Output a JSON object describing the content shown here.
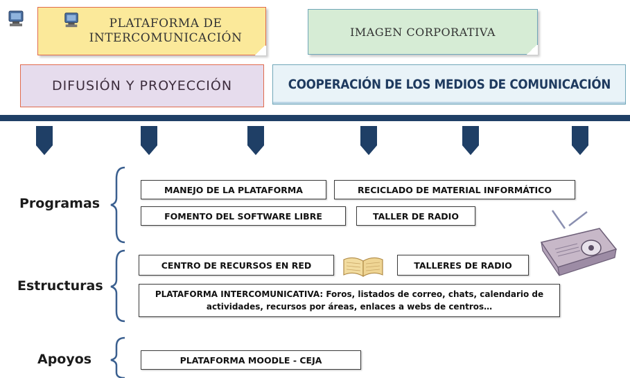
{
  "header": {
    "plataforma": "PLATAFORMA DE INTERCOMUNICACIÓN",
    "imagen": "IMAGEN CORPORATIVA",
    "difusion": "DIFUSIÓN Y PROYECCIÓN",
    "cooperacion": "COOPERACIÓN DE LOS MEDIOS DE COMUNICACIÓN"
  },
  "colors": {
    "plataforma_bg": "#fbe99a",
    "imagen_bg": "#d6ecd5",
    "difusion_bg": "#e6dced",
    "cooperacion_bg": "#e9f3f8",
    "rule": "#1f3f66",
    "chevron": "#1f3f66"
  },
  "sections": {
    "programas": {
      "label": "Programas",
      "items": [
        "MANEJO DE LA PLATAFORMA",
        "RECICLADO DE MATERIAL INFORMÁTICO",
        "FOMENTO DEL SOFTWARE LIBRE",
        "TALLER DE RADIO"
      ]
    },
    "estructuras": {
      "label": "Estructuras",
      "items": [
        "CENTRO DE RECURSOS EN RED",
        "TALLERES DE RADIO",
        "PLATAFORMA INTERCOMUNICATIVA: Foros, listados de correo, chats, calendario de actividades, recursos por áreas, enlaces a webs de centros…"
      ]
    },
    "apoyos": {
      "label": "Apoyos",
      "items": [
        "PLATAFORMA MOODLE - CEJA"
      ]
    }
  },
  "icons": [
    "computer-icon",
    "open-book-icon",
    "radio-icon",
    "chevron-down-icon"
  ]
}
